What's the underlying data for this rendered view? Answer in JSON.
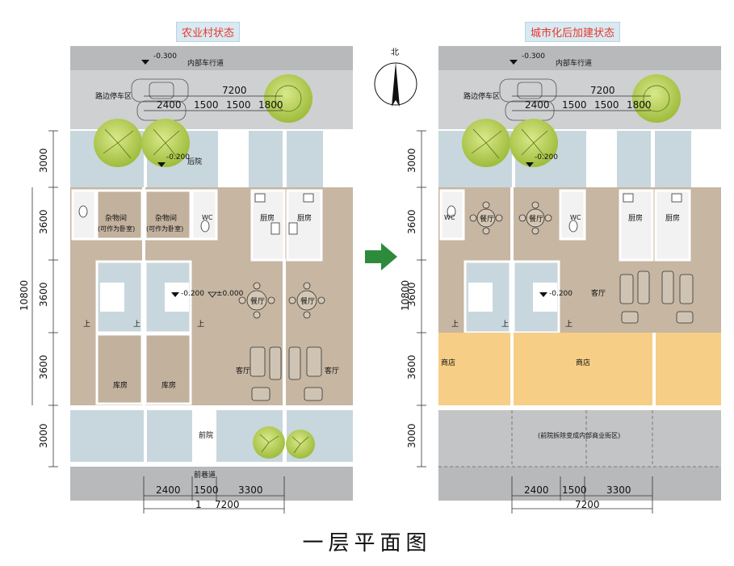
{
  "caption": "一层平面图",
  "left_plan": {
    "title": "农业村状态",
    "road_top_elev": "-0.300",
    "road_top_label": "内部车行道",
    "parking_label": "路边停车区",
    "dim_top": [
      "2400",
      "1500",
      "1500",
      "1800"
    ],
    "dim_top_total": "7200",
    "courtyard_elev": "-0.200",
    "backyard_label": "后院",
    "storage_room_label": "杂物间",
    "storage_room_note": "(可作为卧室)",
    "wc_label": "WC",
    "kitchen_label": "厨房",
    "dining_label": "餐厅",
    "living_label": "客厅",
    "warehouse_label": "库房",
    "stair_elev": "-0.200",
    "floor_elev": "±0.000",
    "stair_mark": "上",
    "front_yard_label": "前院",
    "front_lane_label": "前巷道",
    "dim_bottom": [
      "2400",
      "1500",
      "3300"
    ],
    "dim_bottom_total": "7200",
    "dim_bottom_left": "1",
    "dim_left": [
      "3000",
      "3600",
      "3600",
      "3600",
      "3000"
    ],
    "dim_left_total": "10800"
  },
  "right_plan": {
    "title": "城市化后加建状态",
    "road_top_elev": "-0.300",
    "road_top_label": "内部车行道",
    "parking_label": "路边停车区",
    "dim_top": [
      "2400",
      "1500",
      "1500",
      "1800"
    ],
    "dim_top_total": "7200",
    "courtyard_elev": "-0.200",
    "dining_label": "餐厅",
    "wc_label": "WC",
    "kitchen_label": "厨房",
    "living_label": "客厅",
    "stair_elev": "-0.200",
    "stair_mark": "上",
    "shop_label": "商店",
    "street_label": "(前院拆除变成内部商业街区)",
    "dim_bottom": [
      "2400",
      "1500",
      "3300"
    ],
    "dim_bottom_total": "7200",
    "dim_left": [
      "3000",
      "3600",
      "3600",
      "3600",
      "3000"
    ],
    "dim_left_total": "10800"
  },
  "north_label": "北",
  "colors": {
    "road": "#b9bbbd",
    "courtyard": "#c9d6dc",
    "room": "#c7b7a3",
    "wall": "#ffffff",
    "shop": "#f6ce86",
    "tree": "#bcd46a",
    "arrow": "#2e8b3c",
    "title_text": "#e8362a"
  }
}
